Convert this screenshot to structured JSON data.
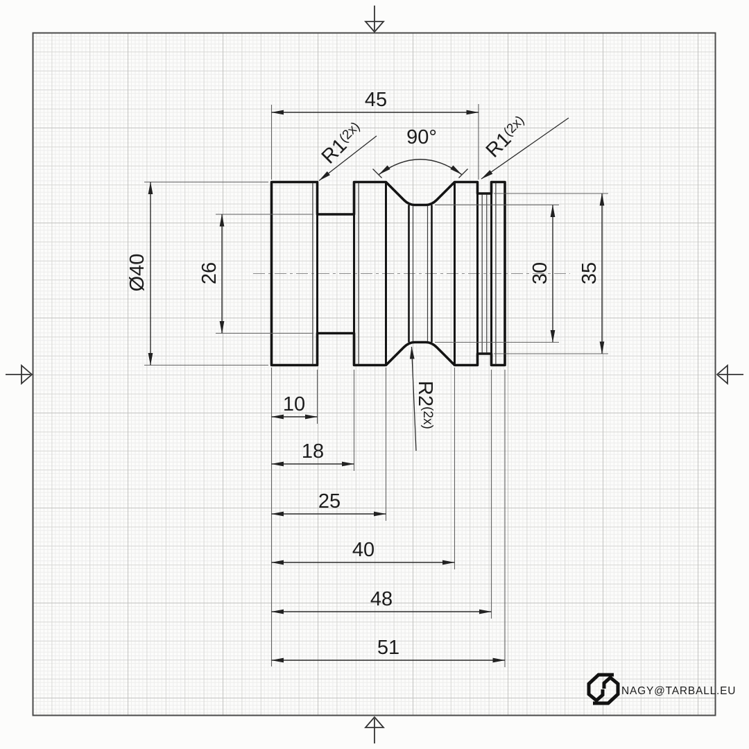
{
  "drawing": {
    "kind": "technical-drawing-side-view",
    "dimensions": {
      "length_top": "45",
      "groove_angle": "90°",
      "fillet_left": "R1",
      "fillet_right": "R1",
      "fillet_groove": "R2",
      "multiplicity": "(2x)",
      "diameter_main": "Ø40",
      "diameter_neck": "26",
      "diameter_groove_bottom": "30",
      "diameter_right_groove": "35",
      "length_10": "10",
      "length_18": "18",
      "length_25": "25",
      "length_40": "40",
      "length_48": "48",
      "length_51": "51"
    }
  },
  "watermark": {
    "text": "NAGY@TARBALL.EU",
    "logo": "n-hex-logo"
  },
  "colors": {
    "part_line": "#141414",
    "dim_line": "#2b2b2b",
    "ext_line": "#616161",
    "grid_fine": "#ededec",
    "grid_major": "#d7d7d5",
    "grid_bold": "#c3c3c1",
    "frame": "#4a4a4a",
    "paper": "#fcfcfb"
  }
}
